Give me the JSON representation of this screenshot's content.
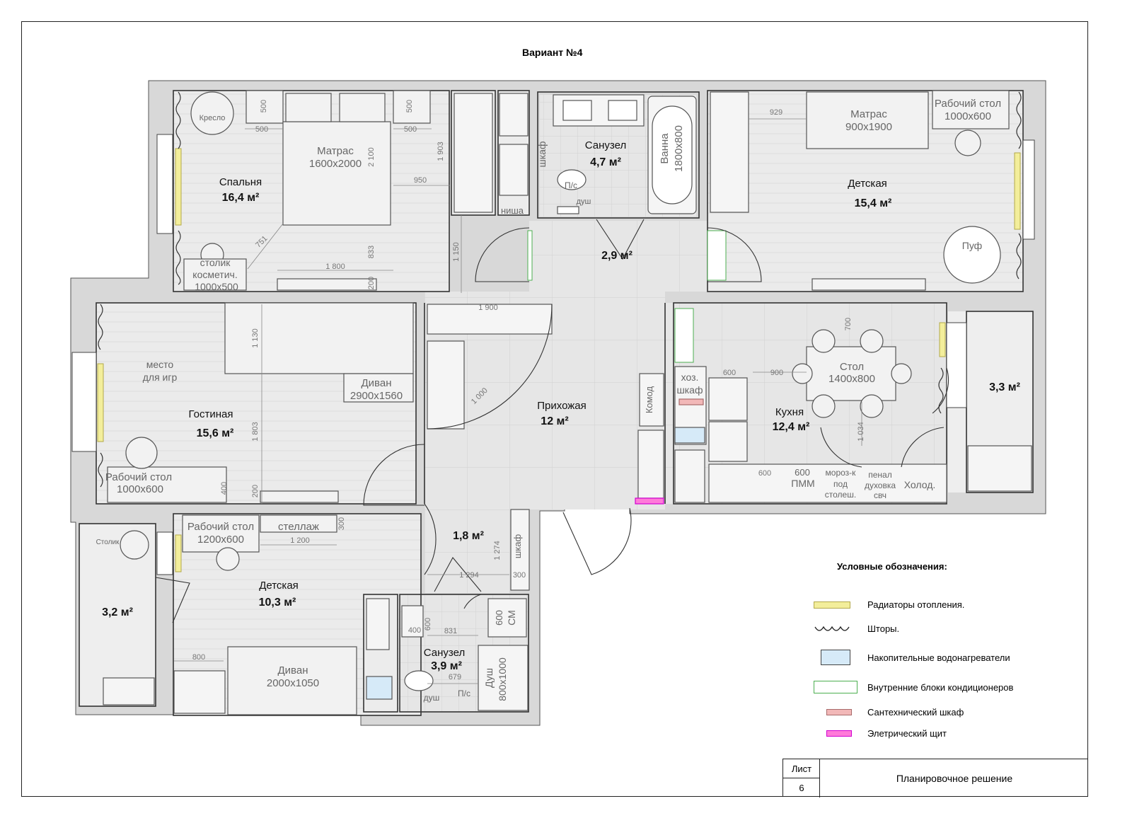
{
  "page": {
    "title": "Вариант №4"
  },
  "rooms": [
    {
      "id": "spalnya",
      "name": "Спальня",
      "area": "16,4 м²"
    },
    {
      "id": "sanuzel1",
      "name": "Санузел",
      "area": "4,7 м²"
    },
    {
      "id": "detskaya1",
      "name": "Детская",
      "area": "15,4 м²"
    },
    {
      "id": "koridor",
      "name": "",
      "area": "2,9 м²"
    },
    {
      "id": "gostinaya",
      "name": "Гостиная",
      "area": "15,6 м²"
    },
    {
      "id": "prihozhaya",
      "name": "Прихожая",
      "area": "12 м²"
    },
    {
      "id": "kuhnya",
      "name": "Кухня",
      "area": "12,4 м²"
    },
    {
      "id": "balkon1",
      "name": "",
      "area": "3,3 м²"
    },
    {
      "id": "hall2",
      "name": "",
      "area": "1,8 м²"
    },
    {
      "id": "detskaya2",
      "name": "Детская",
      "area": "10,3 м²"
    },
    {
      "id": "balkon2",
      "name": "",
      "area": "3,2 м²"
    },
    {
      "id": "sanuzel2",
      "name": "Санузел",
      "area": "3,9 м²"
    }
  ],
  "furniture": [
    "Кресло",
    "Матрас",
    "1600х2000",
    "столик",
    "косметич.",
    "1000х500",
    "шкаф",
    "ниша",
    "Ванна",
    "1800х800",
    "П/с",
    "душ",
    "Матрас",
    "900х1900",
    "Рабочий стол",
    "1000х600",
    "Пуф",
    "место",
    "для игр",
    "Диван",
    "2900х1560",
    "Рабочий стол",
    "1000х600",
    "Комод",
    "хоз.",
    "шкаф",
    "Стол",
    "1400х800",
    "600",
    "ПММ",
    "мороз-к",
    "под",
    "столеш.",
    "пенал",
    "духовка",
    "свч",
    "Холод.",
    "Рабочий стол",
    "1200х600",
    "стеллаж",
    "Столик",
    "шкаф",
    "600",
    "СМ",
    "Диван",
    "2000х1050",
    "Душ",
    "800х1000",
    "душ",
    "П/с"
  ],
  "dimensions": [
    "500",
    "500",
    "500",
    "500",
    "929",
    "2 100",
    "1 903",
    "950",
    "751",
    "833",
    "1 800",
    "1 150",
    "200",
    "1 900",
    "1 130",
    "1 803",
    "200",
    "400",
    "1 000",
    "700",
    "900",
    "600",
    "1 034",
    "600",
    "300",
    "1 200",
    "1 274",
    "1 294",
    "300",
    "800",
    "400",
    "600",
    "831",
    "679"
  ],
  "legend": {
    "heading": "Условные обозначения:",
    "items": [
      {
        "label": "Радиаторы отопления.",
        "color": "#f3ee9b",
        "border": "#b3a94a"
      },
      {
        "label": "Шторы.",
        "symbol": "wave"
      },
      {
        "label": "Накопительные водонагреватели",
        "color": "#d6eaf8",
        "border": "#444444"
      },
      {
        "label": "Внутренние блоки кондиционеров",
        "color": "#ffffff",
        "border": "#4caf50"
      },
      {
        "label": "Сантехнический шкаф",
        "color": "#f2b8b8",
        "border": "#a86a6a"
      },
      {
        "label": "Элетрический щит",
        "color": "#ff7bd9",
        "border": "#d100d1"
      }
    ]
  },
  "stamp": {
    "sheet_label": "Лист",
    "sheet_number": "6",
    "title": "Планировочное решение"
  },
  "colors": {
    "wall": "#d9d9d9",
    "floor_wood": "#e9e9e9",
    "floor_tile": "#e4e4e4",
    "outline": "#333333"
  }
}
